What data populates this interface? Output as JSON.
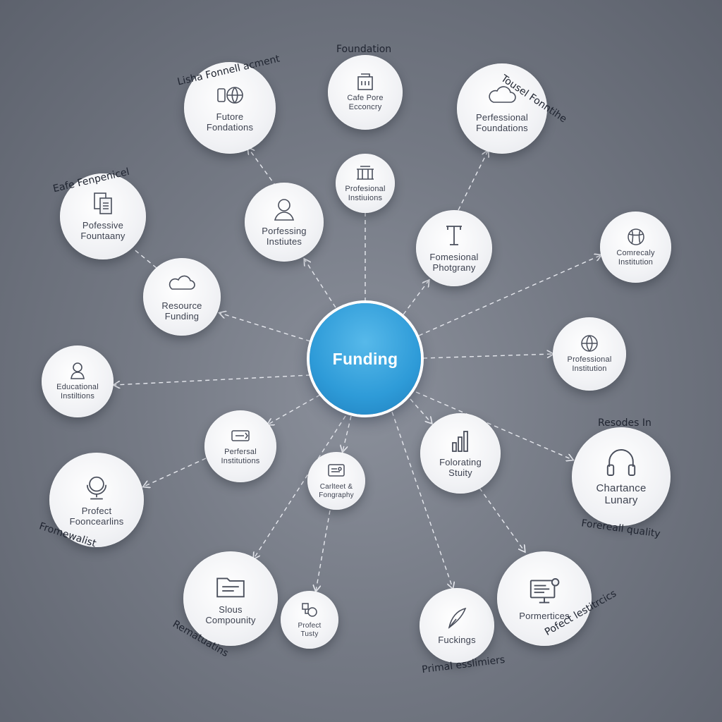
{
  "center": {
    "label": "Funding"
  },
  "nodes": [
    {
      "id": "future-foundations",
      "label": "Futore\nFondations",
      "icon": "open-book-globe-icon"
    },
    {
      "id": "cafe-pore",
      "label": "Cafe Pore\nEcconcry",
      "icon": "building-icon"
    },
    {
      "id": "professional-foundations",
      "label": "Perfessional\nFoundations",
      "icon": "cloud-icon"
    },
    {
      "id": "professional-instiuions",
      "label": "Profesional\nInstiuions",
      "icon": "institution-icon"
    },
    {
      "id": "professive-fountaany",
      "label": "Pofessive\nFountaany",
      "icon": "documents-icon"
    },
    {
      "id": "porfessing-instiutes",
      "label": "Porfessing\nInstiutes",
      "icon": "person-icon"
    },
    {
      "id": "fomesional-photgrany",
      "label": "Fomesional\nPhotgrany",
      "icon": "column-icon"
    },
    {
      "id": "commercaly-institution",
      "label": "Comrecaly\nInstitution",
      "icon": "ball-icon"
    },
    {
      "id": "resource-funding",
      "label": "Resource\nFunding",
      "icon": "cloud-icon"
    },
    {
      "id": "educational-insitisions",
      "label": "Educational\nInstiltions",
      "icon": "person-bust-icon"
    },
    {
      "id": "professional-institution",
      "label": "Professional\nInstitution",
      "icon": "globe-icon"
    },
    {
      "id": "perfersal-institions",
      "label": "Perfersal\nInstitutions",
      "icon": "ticket-icon"
    },
    {
      "id": "forlorating-stuity",
      "label": "Folorating\nStuity",
      "icon": "bar-chart-icon"
    },
    {
      "id": "charstance-lunary",
      "label": "Chartance\nLunary",
      "icon": "headphones-icon"
    },
    {
      "id": "profect-fooncearlins",
      "label": "Profect\nFooncearlins",
      "icon": "globe-stand-icon"
    },
    {
      "id": "carltect-fongraphy",
      "label": "Carlteet &\nFongraphy",
      "icon": "card-icon"
    },
    {
      "id": "slous-compounity",
      "label": "Slous\nCompounity",
      "icon": "folder-icon"
    },
    {
      "id": "profect-tusty",
      "label": "Profect\nTusty",
      "icon": "shapes-icon"
    },
    {
      "id": "fuckings",
      "label": "Fuckings",
      "icon": "quill-icon"
    },
    {
      "id": "pormertices",
      "label": "Pormertices",
      "icon": "monitor-icon"
    }
  ],
  "captions": {
    "top_left": "Lisha Fonnell acment",
    "top_center": "Foundation",
    "top_right": "Tousel Fonntihe",
    "left_upper": "Eafe Fenpenicel",
    "right_middle": "Resodes In",
    "right_quality": "Forereall quality",
    "bottom_left_list": "Fromewalist",
    "bottom_left_lower": "Rematuatins",
    "bottom_center": "Primal esslimiers",
    "bottom_right": "Pofect lestitrcics"
  },
  "colors": {
    "center": "#2e9bd8",
    "node": "#f1f2f5",
    "node_text": "#3d4250",
    "link": "#e6e8ee",
    "caption": "#1f2430"
  }
}
